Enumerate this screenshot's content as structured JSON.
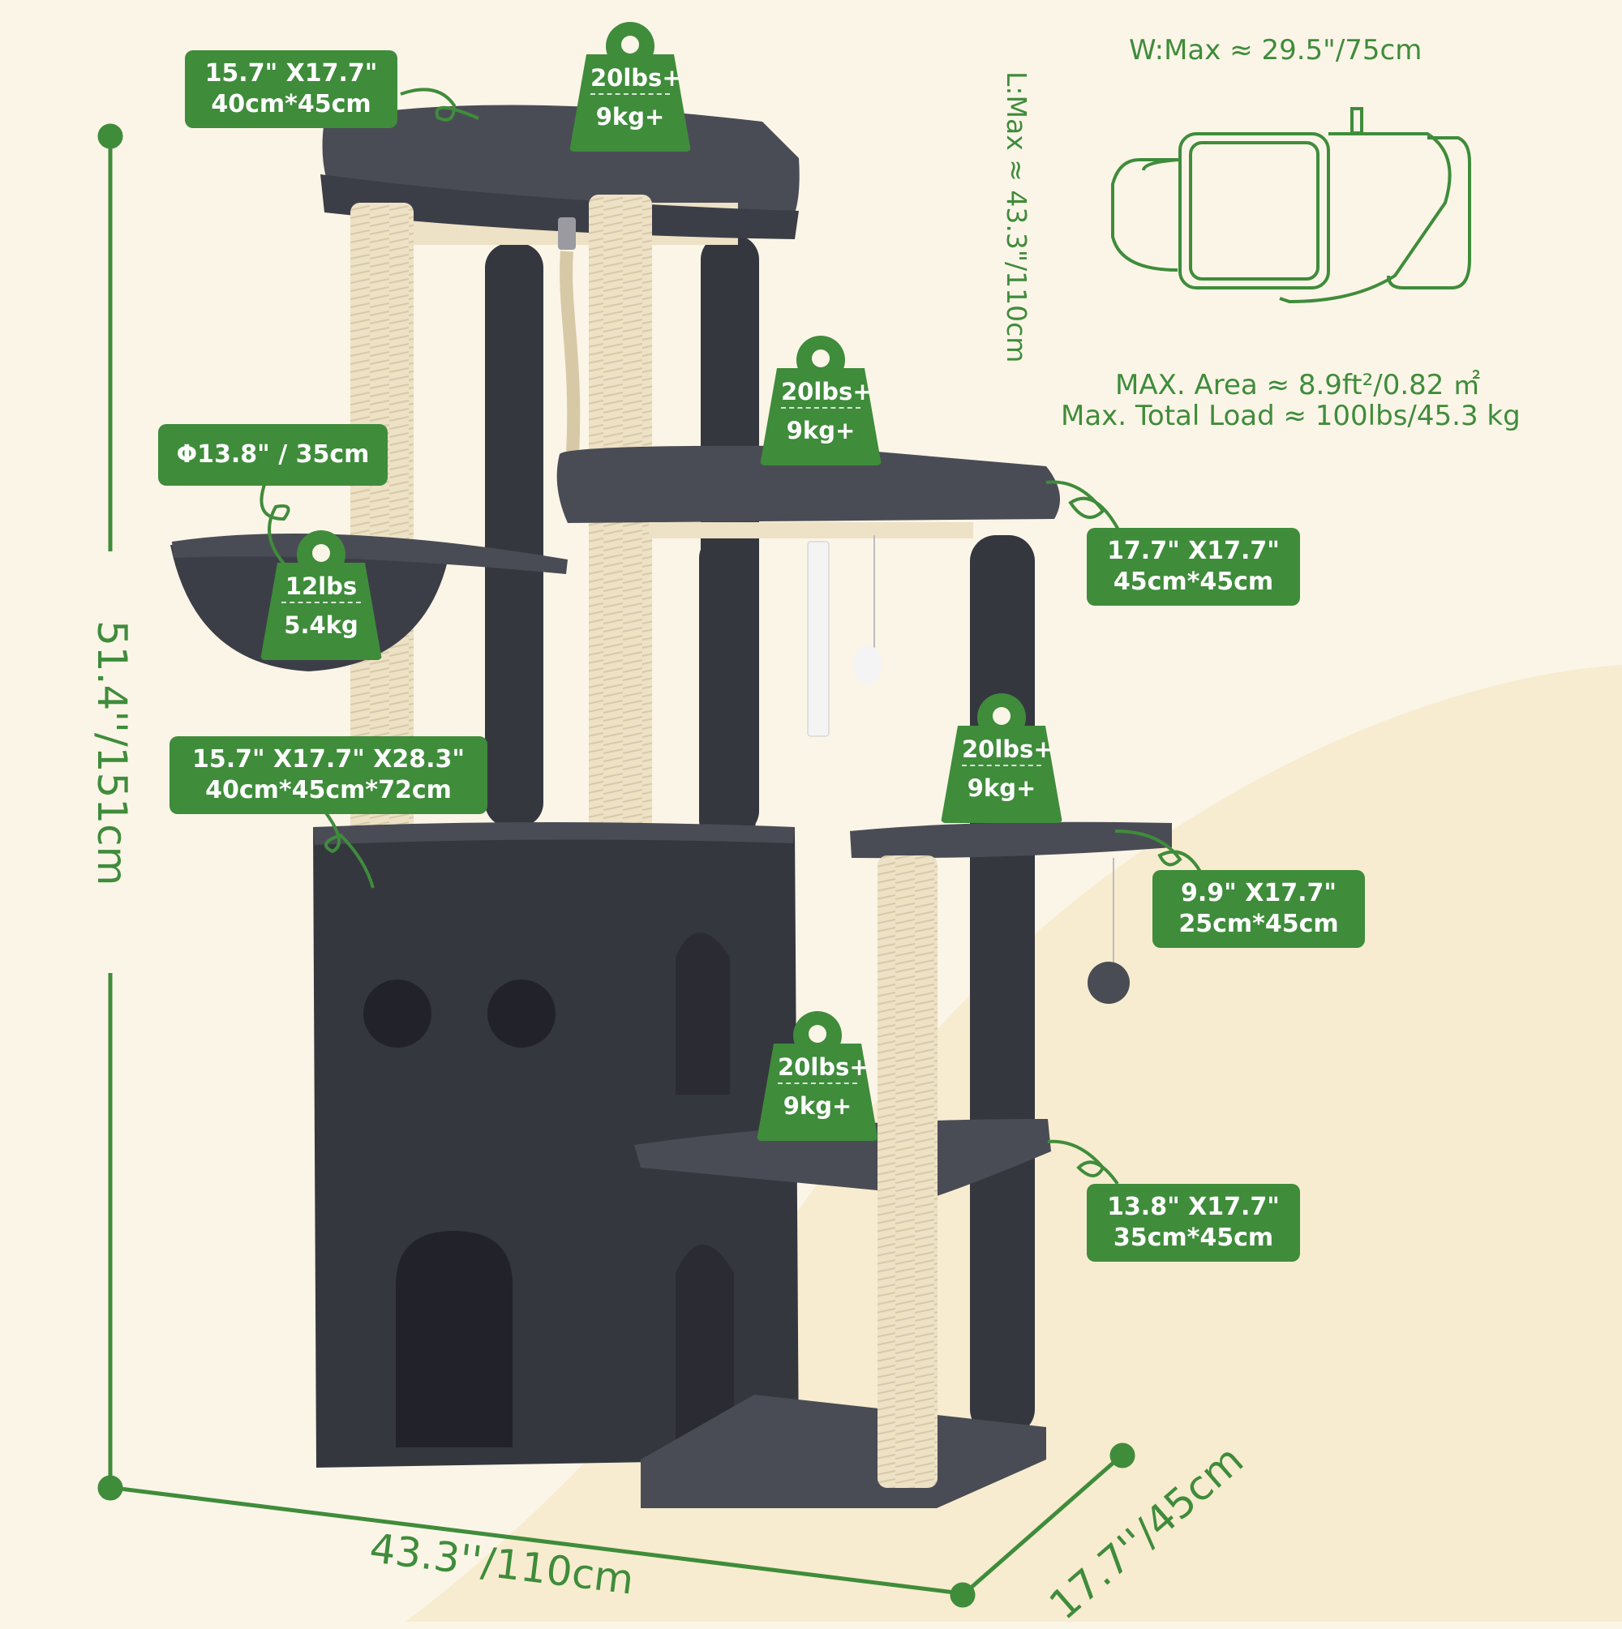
{
  "colors": {
    "background": "#fbf5e7",
    "cream_band": "#f7eccf",
    "brand_green": "#3f8c3b",
    "plush_dark": "#35373f",
    "plush_mid": "#4a4c55",
    "sisal": "#ede1c6"
  },
  "dimensions": {
    "height": "51.4''/151cm",
    "width": "43.3''/110cm",
    "depth": "17.7''/45cm",
    "footprint_width": "W:Max ≈ 29.5\"/75cm",
    "footprint_length": "L:Max ≈ 43.3\"/110cm"
  },
  "footprint": {
    "area": "MAX. Area ≈ 8.9ft²/0.82 ㎡",
    "total_load": "Max. Total Load ≈  100lbs/45.3 kg"
  },
  "tags": {
    "top_perch": {
      "line1": "15.7\"  X17.7\"",
      "line2": "40cm*45cm"
    },
    "basket": {
      "line1": "Φ13.8\"  / 35cm"
    },
    "condo": {
      "line1": "15.7\"  X17.7\"  X28.3\"",
      "line2": "40cm*45cm*72cm"
    },
    "mid_perch": {
      "line1": "17.7\"  X17.7\"",
      "line2": "45cm*45cm"
    },
    "small_platform": {
      "line1": "9.9\"  X17.7\"",
      "line2": "25cm*45cm"
    },
    "low_platform": {
      "line1": "13.8\"  X17.7\"",
      "line2": "35cm*45cm"
    }
  },
  "weights": {
    "top": {
      "lbs": "20lbs+",
      "kg": "9kg+"
    },
    "mid": {
      "lbs": "20lbs+",
      "kg": "9kg+"
    },
    "basket": {
      "lbs": "12lbs",
      "kg": "5.4kg"
    },
    "small_platform": {
      "lbs": "20lbs+",
      "kg": "9kg+"
    },
    "low_platform": {
      "lbs": "20lbs+",
      "kg": "9kg+"
    }
  }
}
